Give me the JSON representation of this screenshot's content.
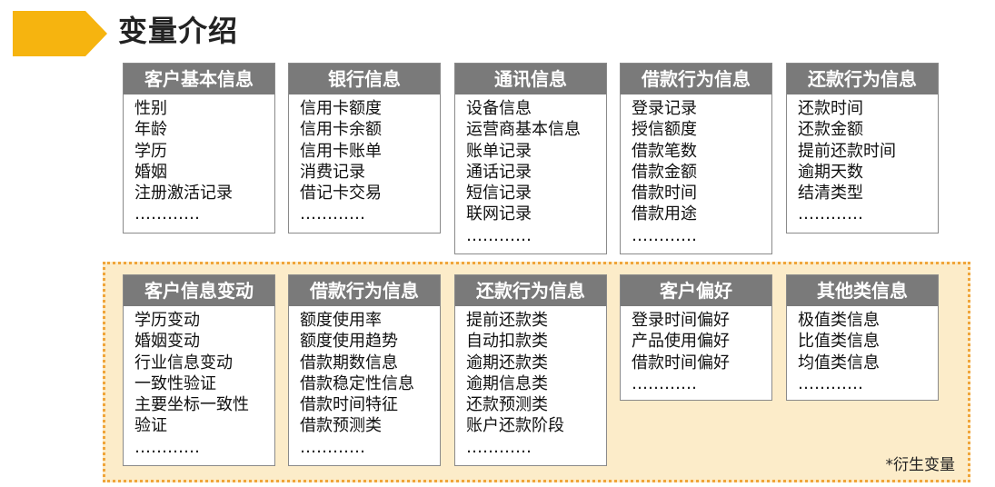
{
  "page_title": "变量介绍",
  "colors": {
    "arrow": "#f6b40f",
    "header": "#7a7a7a",
    "derived_bg": "#fcecc9",
    "derived_border": "#f0a53a"
  },
  "basic_cards": [
    {
      "header": "客户基本信息",
      "items": [
        "性别",
        "年龄",
        "学历",
        "婚姻",
        "注册激活记录",
        "…………"
      ]
    },
    {
      "header": "银行信息",
      "items": [
        "信用卡额度",
        "信用卡余额",
        "信用卡账单",
        "消费记录",
        "借记卡交易",
        "…………"
      ]
    },
    {
      "header": "通讯信息",
      "items": [
        "设备信息",
        "运营商基本信息",
        "账单记录",
        "通话记录",
        "短信记录",
        "联网记录",
        "…………"
      ]
    },
    {
      "header": "借款行为信息",
      "items": [
        "登录记录",
        "授信额度",
        "借款笔数",
        "借款金额",
        "借款时间",
        "借款用途",
        "…………"
      ]
    },
    {
      "header": "还款行为信息",
      "items": [
        "还款时间",
        "还款金额",
        "提前还款时间",
        "逾期天数",
        "结清类型",
        "…………"
      ]
    }
  ],
  "derived_cards": [
    {
      "header": "客户信息变动",
      "items": [
        "学历变动",
        "婚姻变动",
        "行业信息变动",
        "一致性验证",
        "主要坐标一致性",
        "验证",
        "…………"
      ]
    },
    {
      "header": "借款行为信息",
      "items": [
        "额度使用率",
        "额度使用趋势",
        "借款期数信息",
        "借款稳定性信息",
        "借款时间特征",
        "借款预测类",
        "…………"
      ]
    },
    {
      "header": "还款行为信息",
      "items": [
        "提前还款类",
        "自动扣款类",
        "逾期还款类",
        "逾期信息类",
        "还款预测类",
        "账户还款阶段",
        "…………"
      ]
    },
    {
      "header": "客户偏好",
      "items": [
        "登录时间偏好",
        "产品使用偏好",
        "借款时间偏好",
        "…………"
      ]
    },
    {
      "header": "其他类信息",
      "items": [
        "极值类信息",
        "比值类信息",
        "均值类信息",
        "…………"
      ]
    }
  ],
  "footnote": "*衍生变量"
}
